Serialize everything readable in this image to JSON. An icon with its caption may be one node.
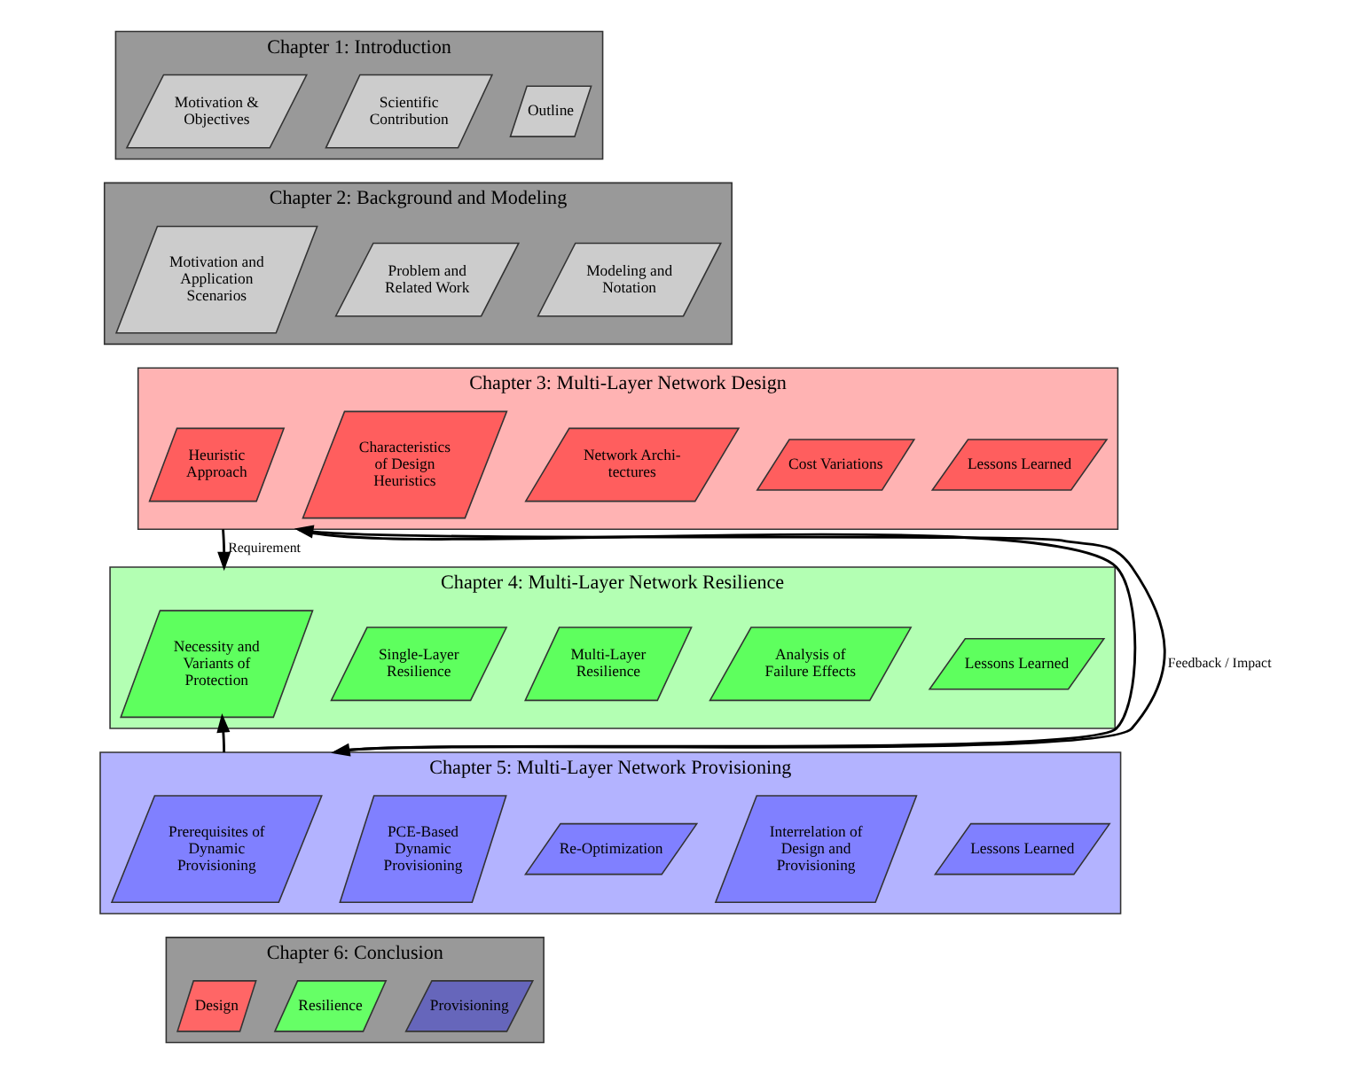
{
  "diagram": {
    "nodes": [
      {
        "text": [
          "Chapter 1: Introduction"
        ]
      },
      {
        "text": [
          "Motivation & Objectives"
        ],
        "in": 0
      },
      {
        "text": [
          "Scientific Contribution"
        ],
        "in": 0
      },
      {
        "text": [
          "Outline"
        ],
        "in": 0
      },
      {
        "text": [
          "Chapter 2: Background and Modeling"
        ]
      },
      {
        "text": [
          "Motivation and Application Scenarios"
        ],
        "in": 4
      },
      {
        "text": [
          "Problem and Related Work"
        ],
        "in": 4
      },
      {
        "text": [
          "Modeling and Notation"
        ],
        "in": 4
      },
      {
        "text": [
          "Chapter 3: Multi-Layer Network Design"
        ]
      },
      {
        "text": [
          "Heuristic Approach"
        ],
        "in": 8
      },
      {
        "text": [
          "Characteristics of Design Heuristics"
        ],
        "in": 8
      },
      {
        "text": [
          "Network Archi- tectures"
        ],
        "in": 8
      },
      {
        "text": [
          "Cost Variations"
        ],
        "in": 8
      },
      {
        "text": [
          "Lessons Learned"
        ],
        "in": 8
      },
      {
        "text": [
          "Chapter 4: Multi-Layer Network Resilience"
        ]
      },
      {
        "text": [
          "Necessity and Variants of Protection"
        ],
        "in": 14
      },
      {
        "text": [
          "Single-Layer Resilience"
        ],
        "in": 14
      },
      {
        "text": [
          "Multi-Layer Resilience"
        ],
        "in": 14
      },
      {
        "text": [
          "Analysis of Failure Effects"
        ],
        "in": 14
      },
      {
        "text": [
          "Lessons Learned"
        ],
        "in": 14
      },
      {
        "text": [
          "Chapter 5: Multi-Layer Network Provisioning"
        ]
      },
      {
        "text": [
          "Prerequisites of Dynamic Provisioning"
        ],
        "in": 20
      },
      {
        "text": [
          "PCE-Based Dynamic Provisioning"
        ],
        "in": 20
      },
      {
        "text": [
          "Re-Optimization"
        ],
        "in": 20
      },
      {
        "text": [
          "Interrelation of Design and Provisioning"
        ],
        "in": 20
      },
      {
        "text": [
          "Lessons Learned"
        ],
        "in": 20
      },
      {
        "text": [
          "Chapter 6: Conclusion"
        ]
      },
      {
        "text": [
          "Design"
        ],
        "in": 26
      },
      {
        "text": [
          "Resilience"
        ],
        "in": 26
      },
      {
        "text": [
          "Provisioning"
        ],
        "in": 26
      }
    ],
    "edges": [
      {
        "from": 8,
        "to": 14,
        "arrow": "to",
        "label": "Requirement"
      },
      {
        "from": 8,
        "to": 20,
        "arrow": "to"
      },
      {
        "from": 20,
        "to": 8,
        "arrow": "to",
        "label": "Feedback / Impact"
      },
      {
        "from": 20,
        "to": 15,
        "arrow": "to"
      }
    ]
  }
}
